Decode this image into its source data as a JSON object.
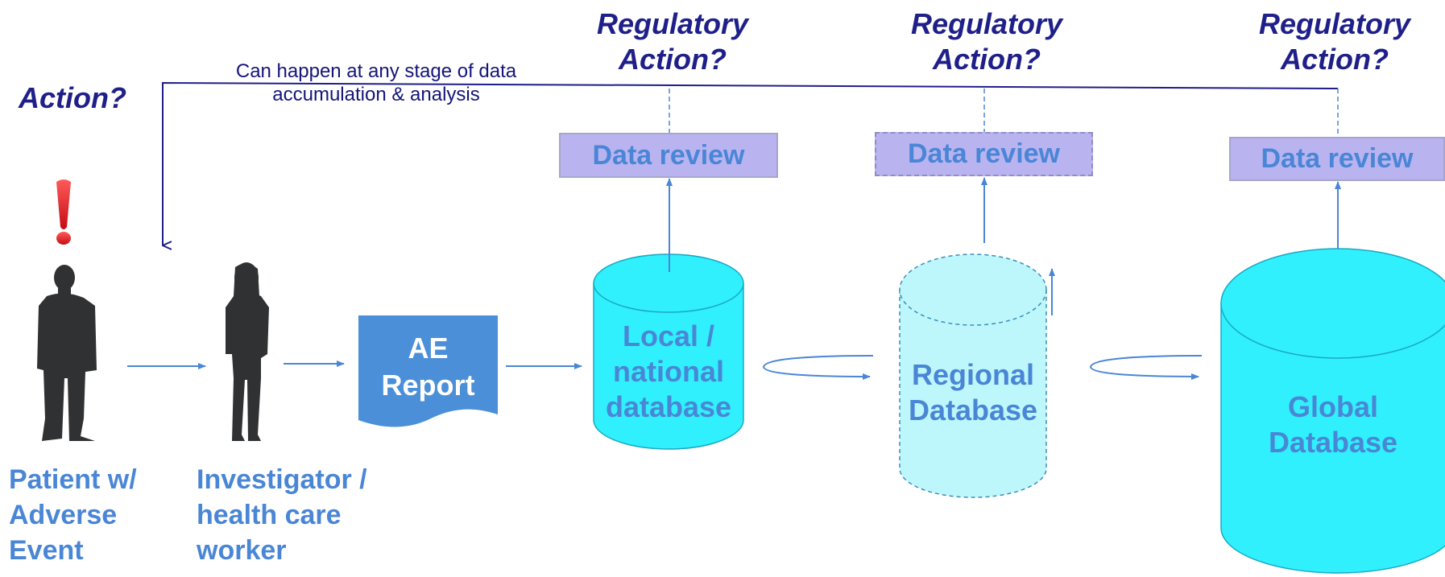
{
  "top_left": {
    "action_label": "Action?",
    "note_lines": [
      "Can happen at any stage of data",
      "accumulation & analysis"
    ]
  },
  "regulatory": [
    {
      "line1": "Regulatory",
      "line2": "Action?"
    },
    {
      "line1": "Regulatory",
      "line2": "Action?"
    },
    {
      "line1": "Regulatory",
      "line2": "Action?"
    }
  ],
  "data_review": [
    "Data review",
    "Data review",
    "Data review"
  ],
  "people": {
    "patient": {
      "lines": [
        "Patient w/",
        "Adverse",
        "Event"
      ]
    },
    "investigator": {
      "lines": [
        "Investigator /",
        "health care",
        "worker"
      ]
    }
  },
  "report": {
    "lines": [
      "AE",
      "Report"
    ]
  },
  "databases": [
    {
      "lines": [
        "Local /",
        "national",
        "database"
      ]
    },
    {
      "lines": [
        "Regional",
        "Database"
      ]
    },
    {
      "lines": [
        "Global",
        "Database"
      ]
    }
  ],
  "colors": {
    "arrow": "#4a86d6",
    "feedback_line": "#1f1f8a",
    "alert": "#e8121b",
    "person": "#2f3133",
    "report_fill": "#4a8fd8",
    "db_solid": "#2ff0fc",
    "db_light": "#bdf7fc",
    "review_fill": "#b9b3f0"
  }
}
